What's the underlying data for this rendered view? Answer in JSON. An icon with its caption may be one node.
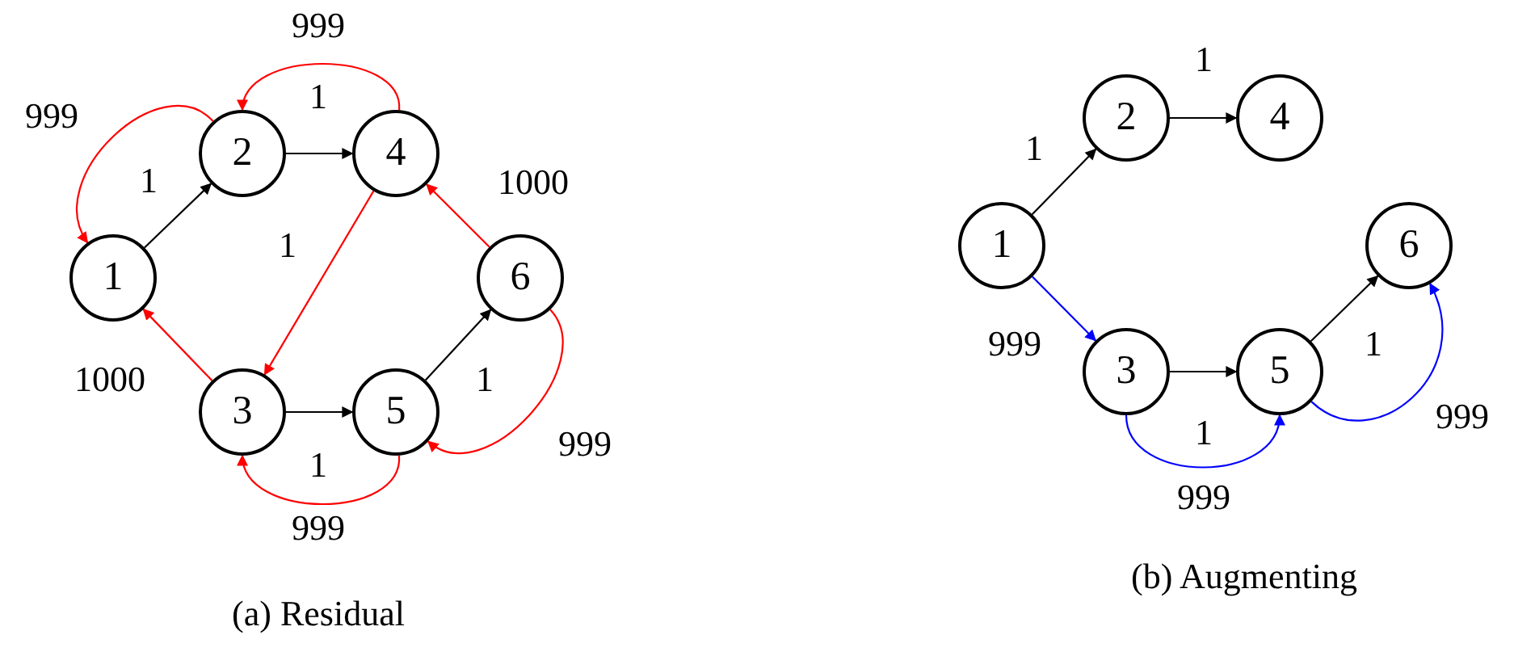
{
  "diagram": {
    "nodes": [
      {
        "text": [
          "1"
        ]
      },
      {
        "text": [
          "2"
        ]
      },
      {
        "text": [
          "3"
        ]
      },
      {
        "text": [
          "4"
        ]
      },
      {
        "text": [
          "5"
        ]
      },
      {
        "text": [
          "6"
        ]
      },
      {
        "text": [
          "1"
        ]
      },
      {
        "text": [
          "2"
        ]
      },
      {
        "text": [
          "3"
        ]
      },
      {
        "text": [
          "4"
        ]
      },
      {
        "text": [
          "5"
        ]
      },
      {
        "text": [
          "6"
        ]
      }
    ],
    "edges": [
      {
        "from": 0,
        "to": 1,
        "arrow": "to",
        "label": "1"
      },
      {
        "from": 1,
        "to": 3,
        "arrow": "to",
        "label": "1"
      },
      {
        "from": 3,
        "to": 1,
        "arrow": "to",
        "label": "999",
        "color": "#ff0000"
      },
      {
        "from": 1,
        "to": 0,
        "arrow": "to",
        "label": "999",
        "color": "#ff0000"
      },
      {
        "from": 3,
        "to": 2,
        "arrow": "to",
        "label": "1",
        "color": "#ff0000"
      },
      {
        "from": 2,
        "to": 0,
        "arrow": "to",
        "label": "1000",
        "color": "#ff0000"
      },
      {
        "from": 2,
        "to": 4,
        "arrow": "to",
        "label": "1"
      },
      {
        "from": 4,
        "to": 5,
        "arrow": "to",
        "label": "1"
      },
      {
        "from": 5,
        "to": 3,
        "arrow": "to",
        "label": "1000",
        "color": "#ff0000"
      },
      {
        "from": 5,
        "to": 4,
        "arrow": "to",
        "label": "999",
        "color": "#ff0000"
      },
      {
        "from": 4,
        "to": 2,
        "arrow": "to",
        "label": "999",
        "color": "#ff0000"
      },
      {
        "from": 6,
        "to": 7,
        "arrow": "to",
        "label": "1"
      },
      {
        "from": 7,
        "to": 9,
        "arrow": "to",
        "label": "1"
      },
      {
        "from": 6,
        "to": 8,
        "arrow": "to",
        "label": "999",
        "color": "#0000ff"
      },
      {
        "from": 8,
        "to": 10,
        "arrow": "to",
        "label": "1"
      },
      {
        "from": 10,
        "to": 11,
        "arrow": "to",
        "label": "1"
      },
      {
        "from": 8,
        "to": 10,
        "arrow": "to",
        "label": "999",
        "color": "#0000ff"
      },
      {
        "from": 10,
        "to": 11,
        "arrow": "to",
        "label": "999",
        "color": "#0000ff"
      }
    ],
    "labels": [
      "(a) Residual",
      "(b) Augmenting"
    ]
  }
}
